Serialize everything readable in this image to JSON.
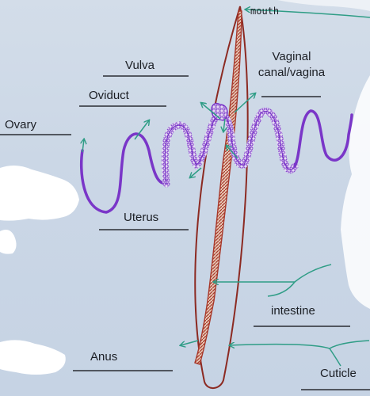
{
  "labels": {
    "mouth": "mouth",
    "vulva": "Vulva",
    "vagina_line1": "Vaginal",
    "vagina_line2": "canal/vagina",
    "oviduct": "Oviduct",
    "ovary": "Ovary",
    "uterus": "Uterus",
    "intestine": "intestine",
    "anus": "Anus",
    "cuticle": "Cuticle"
  },
  "colors": {
    "background": "#cbd7e6",
    "body_outline": "#8c2a22",
    "intestine": "#a8382a",
    "reproductive": "#7a36c8",
    "arrows": "#2f9d86",
    "label_lines": "#2a2d33"
  }
}
